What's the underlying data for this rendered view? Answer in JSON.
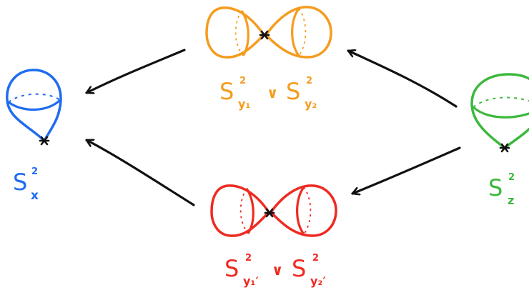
{
  "colors": {
    "blue": "#1f6cf0",
    "orange": "#f59c1f",
    "red": "#ee2b22",
    "green": "#3cb83c",
    "ink": "#111111"
  },
  "labels": {
    "sx": {
      "base": "S",
      "sup": "2",
      "sub": "x"
    },
    "orange": {
      "left": {
        "base": "S",
        "sup": "2",
        "sub": "y₁"
      },
      "wedge": "∨",
      "right": {
        "base": "S",
        "sup": "2",
        "sub": "y₂"
      }
    },
    "red": {
      "left": {
        "base": "S",
        "sup": "2",
        "sub": "y₁′"
      },
      "wedge": "∨",
      "right": {
        "base": "S",
        "sup": "2",
        "sub": "y₂′"
      }
    },
    "sz": {
      "base": "S",
      "sup": "2",
      "sub": "z"
    }
  },
  "icons": {
    "basepoint": "asterisk-icon",
    "arrow": "arrowhead-icon"
  }
}
